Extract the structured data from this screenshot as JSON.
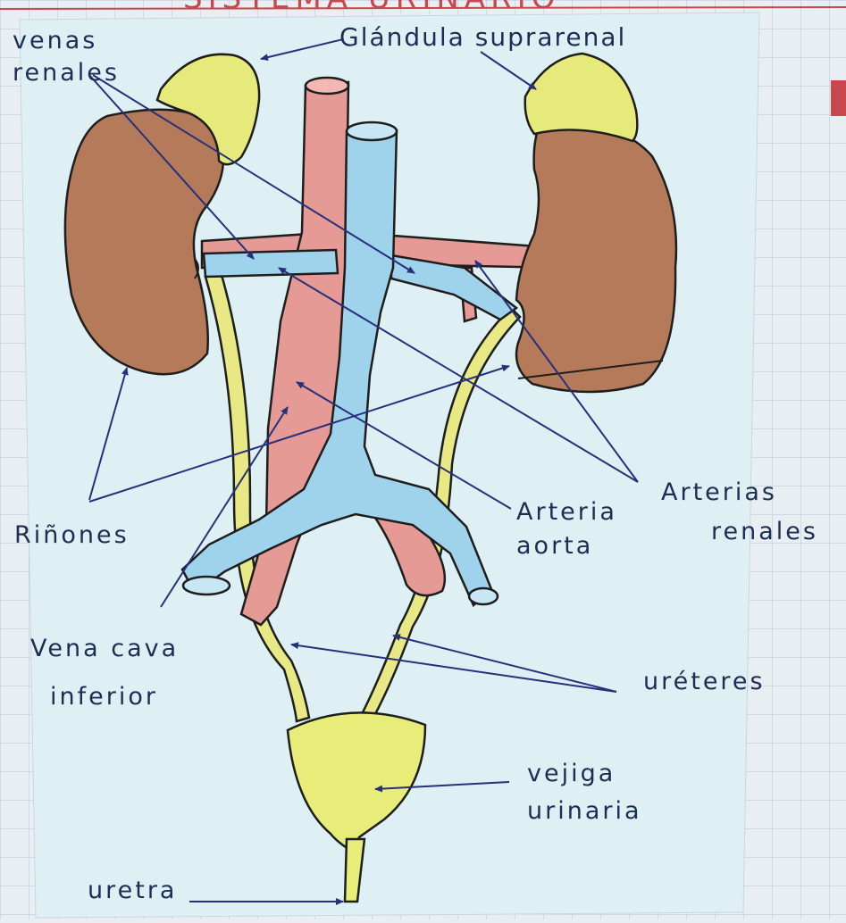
{
  "page_title": "SISTEMA URINARIO",
  "labels": {
    "venas_renales": [
      "venas",
      "renales"
    ],
    "glandula_suprarenal": [
      "Glándula suprarenal"
    ],
    "arterias_renales": [
      "Arterias",
      "renales"
    ],
    "rinones": [
      "Riñones"
    ],
    "arteria_aorta": [
      "Arteria",
      "aorta"
    ],
    "vena_cava_inferior": [
      "Vena cava",
      "inferior"
    ],
    "ureteres": [
      "uréteres"
    ],
    "vejiga_urinaria": [
      "vejiga",
      "urinaria"
    ],
    "uretra": [
      "uretra"
    ]
  },
  "colors": {
    "paper": "#dff0f4",
    "background": "#e9eef2",
    "grid": "#b9c6d6",
    "outline": "#1e1e1e",
    "kidney": "#b57a5a",
    "gland": "#e6ea7a",
    "artery": "#e59a95",
    "vein": "#9fd3ec",
    "ureter": "#e8e884",
    "bladder": "#e8ec78",
    "pointer": "#27307a",
    "label_ink": "#1b2f55",
    "title_ink": "#c8474e"
  }
}
